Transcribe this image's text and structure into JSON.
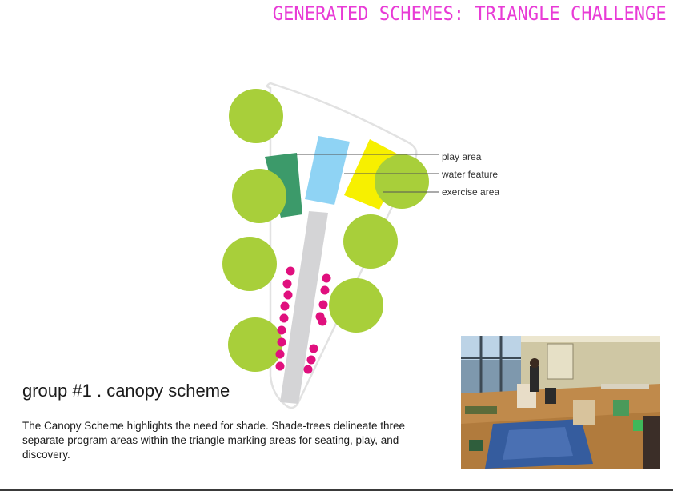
{
  "header": {
    "title": "GENERATED SCHEMES: TRIANGLE CHALLENGE"
  },
  "diagram": {
    "callouts": [
      "play area",
      "water feature",
      "exercise area"
    ],
    "colors": {
      "tree": "#a8cf3a",
      "seating": "#e0107e",
      "play_area": "#3c9a6a",
      "water_feature": "#8fd3f4",
      "exercise_area": "#f7f000",
      "path": "#d4d4d6",
      "outline": "#e2e2e2"
    }
  },
  "content": {
    "group_heading": "group #1 . canopy scheme",
    "description": "The Canopy Scheme highlights the need for shade. Shade-trees delineate three separate program areas within the triangle marking areas for seating, play, and discovery."
  },
  "photo": {
    "semantic": "classroom-workshop-photo"
  },
  "accent_color": "#e83bd6"
}
